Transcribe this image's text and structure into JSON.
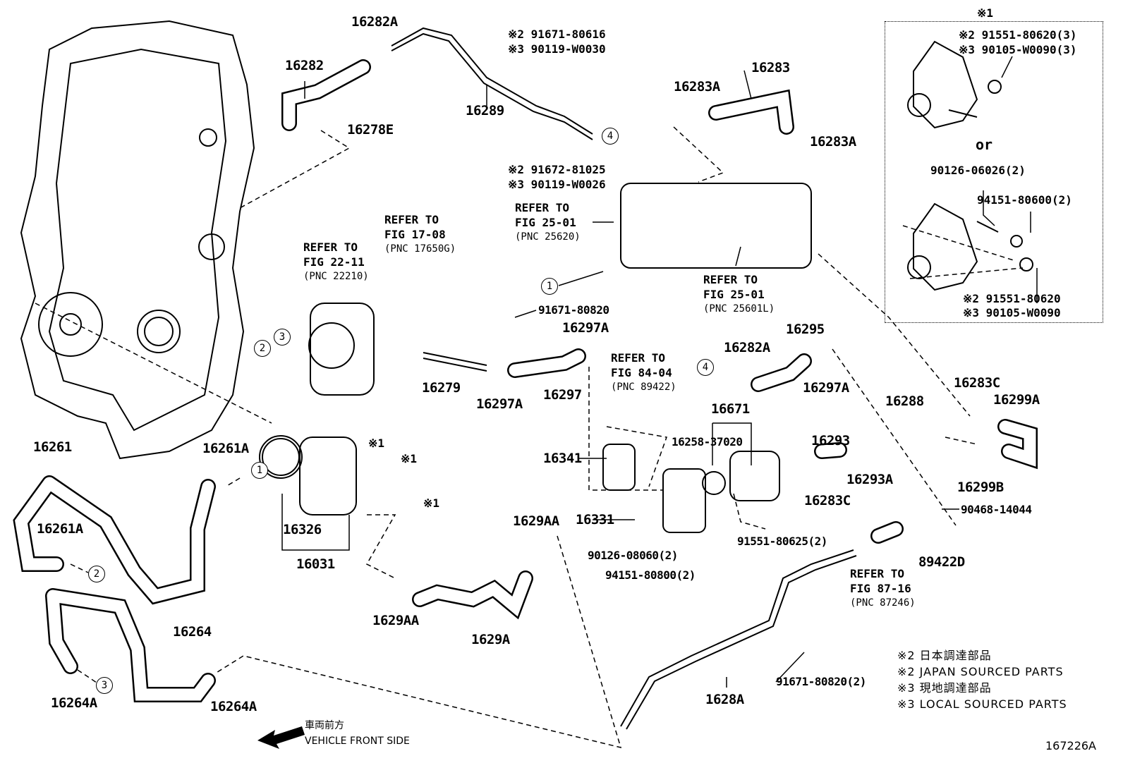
{
  "diagram_code": "167226A",
  "parts": [
    "16282A",
    "16282",
    "16278E",
    "16289",
    "16283",
    "16283A",
    "16283A",
    "16279",
    "16297A",
    "16297",
    "16297A",
    "16295",
    "16282A",
    "16297A",
    "16671",
    "16293",
    "16288",
    "16283C",
    "16299A",
    "16341",
    "16258-37020",
    "16299B",
    "16283C",
    "16293A",
    "90468-14044",
    "16331",
    "91551-80625(2)",
    "90126-08060(2)",
    "94151-80800(2)",
    "89422D",
    "16261",
    "16261A",
    "16261A",
    "16326",
    "16031",
    "1629AA",
    "1629AA",
    "1629A",
    "16264",
    "16264A",
    "16264A",
    "1628A",
    "91671-80820(2)",
    "91671-80820"
  ],
  "references": [
    {
      "l1": "REFER TO",
      "l2": "FIG 22-11",
      "l3": "(PNC 22210)"
    },
    {
      "l1": "REFER TO",
      "l2": "FIG 17-08",
      "l3": "(PNC 17650G)"
    },
    {
      "l1": "REFER TO",
      "l2": "FIG 25-01",
      "l3": "(PNC 25620)"
    },
    {
      "l1": "REFER TO",
      "l2": "FIG 25-01",
      "l3": "(PNC 25601L)"
    },
    {
      "l1": "REFER TO",
      "l2": "FIG 84-04",
      "l3": "(PNC 89422)"
    },
    {
      "l1": "REFER TO",
      "l2": "FIG 87-16",
      "l3": "(PNC 87246)"
    }
  ],
  "sourced_notes": [
    {
      "a": "※2 91671-80616",
      "b": "※3 90119-W0030"
    },
    {
      "a": "※2 91672-81025",
      "b": "※3 90119-W0026"
    }
  ],
  "markers": [
    "※1",
    "※1",
    "※1"
  ],
  "circle_refs": [
    "4",
    "1",
    "3",
    "2",
    "4",
    "1",
    "2",
    "3"
  ],
  "option_box": {
    "title": "※1",
    "top_a": "※2 91551-80620(3)",
    "top_b": "※3 90105-W0090(3)",
    "or": "or",
    "stud": "90126-06026(2)",
    "nut": "94151-80600(2)",
    "bot_a": "※2 91551-80620",
    "bot_b": "※3 90105-W0090"
  },
  "legend": [
    "※2 日本調達部品",
    "※2 JAPAN SOURCED PARTS",
    "※3 現地調達部品",
    "※3 LOCAL SOURCED PARTS"
  ],
  "front": {
    "jp": "車両前方",
    "en": "VEHICLE FRONT SIDE"
  }
}
